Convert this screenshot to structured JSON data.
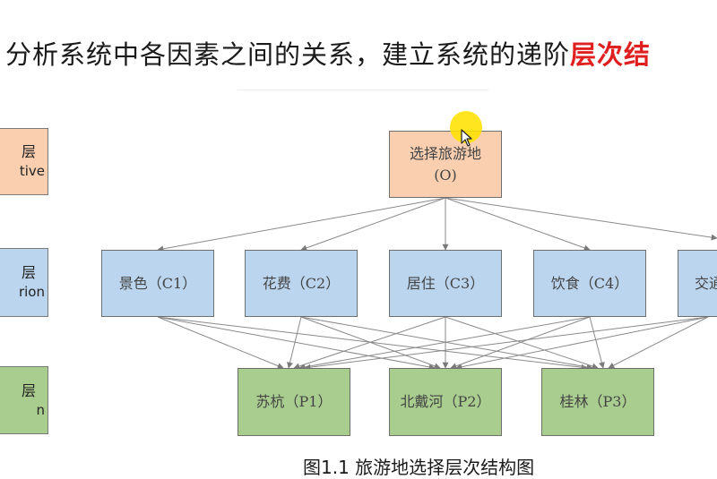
{
  "headline": {
    "text": "分析系统中各因素之间的关系，建立系统的递阶",
    "highlight": "层次结"
  },
  "legend": [
    {
      "zh": "层",
      "en": "tive"
    },
    {
      "zh": "层",
      "en": "rion"
    },
    {
      "zh": "层",
      "en": "n"
    }
  ],
  "goal": {
    "line1": "选择旅游地",
    "line2": "(O)"
  },
  "criteria": [
    "景色（C1）",
    "花费（C2）",
    "居住（C3）",
    "饮食（C4）",
    "交通"
  ],
  "plans": [
    "苏杭（P1）",
    "北戴河（P2）",
    "桂林（P3）"
  ],
  "caption": "图1.1 旅游地选择层次结构图",
  "colors": {
    "goal": "#f9cfb0",
    "criteria": "#bcd5ee",
    "plans": "#a9cd8f",
    "highlight": "#e02020",
    "cursor_halo": "#ffe100"
  },
  "icons": {
    "cursor": "mouse-pointer-icon"
  }
}
